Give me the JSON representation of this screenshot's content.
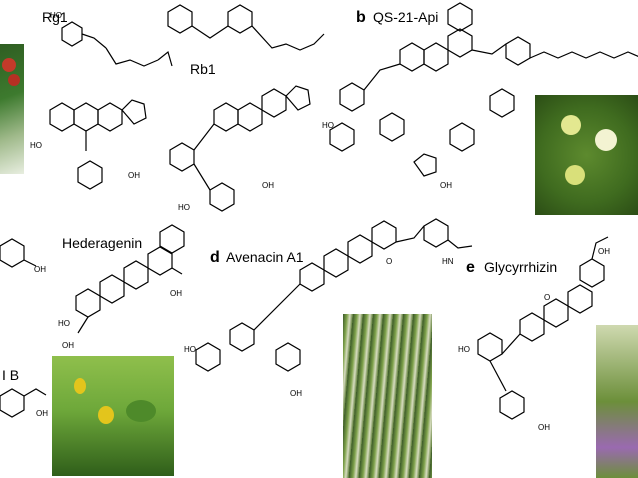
{
  "figure": {
    "compounds": {
      "rg1": "Rg1",
      "rb1": "Rb1",
      "qs21": "QS-21-Api",
      "hederagenin": "Hederagenin",
      "avenacin": "Avenacin A1",
      "glycyrrhizin": "Glycyrrhizin",
      "partial_left": "I B"
    },
    "panels": {
      "b": "b",
      "d": "d",
      "e": "e"
    },
    "atom_labels": {
      "ho": "HO",
      "oh": "OH",
      "o": "O",
      "hn": "HN"
    },
    "photos": [
      {
        "name": "ginseng-berries-photo",
        "colors": [
          "#3d7a2e",
          "#c43a2a",
          "#e8eee0"
        ]
      },
      {
        "name": "quillaja-flowers-photo",
        "colors": [
          "#3f6b1f",
          "#d9e07a",
          "#f3f3d2"
        ]
      },
      {
        "name": "clover-flower-photo",
        "colors": [
          "#6ea83a",
          "#e3c51c",
          "#2f5e1a"
        ]
      },
      {
        "name": "oat-grass-photo",
        "colors": [
          "#7ea24a",
          "#d7dcc0",
          "#3c5a2a"
        ]
      },
      {
        "name": "licorice-flower-photo",
        "colors": [
          "#6c8f3a",
          "#9a6ab0",
          "#cfd9b0"
        ]
      }
    ]
  }
}
